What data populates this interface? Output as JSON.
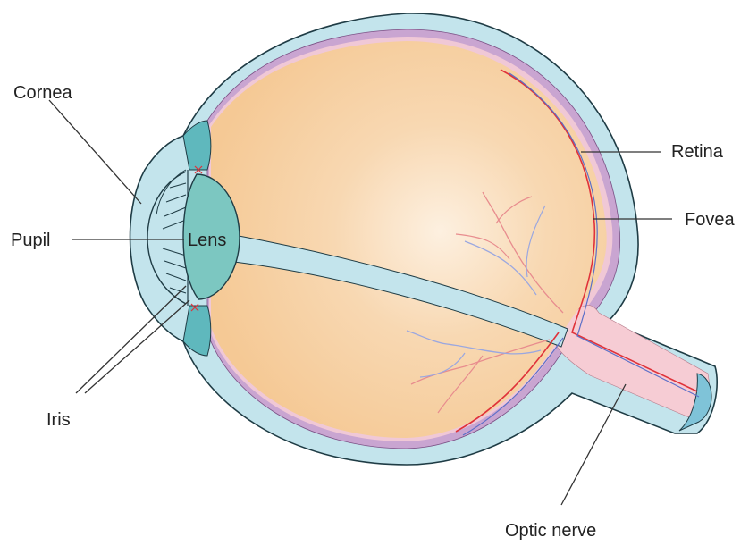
{
  "labels": {
    "cornea": "Cornea",
    "pupil": "Pupil",
    "lens": "Lens",
    "iris": "Iris",
    "retina": "Retina",
    "fovea": "Fovea",
    "optic_nerve": "Optic nerve"
  },
  "colors": {
    "sclera": "#c3e4ec",
    "sclera_outline": "#1f3c45",
    "choroid": "#c9a5d1",
    "retina_layer": "#f0c8d6",
    "vitreous": "#f5c995",
    "vitreous_center": "#fdf0e0",
    "lens": "#7cc7c1",
    "iris": "#5fb8bd",
    "optic_nerve": "#f6ccd4",
    "artery": "#e0323a",
    "vein": "#5b6fc8"
  }
}
